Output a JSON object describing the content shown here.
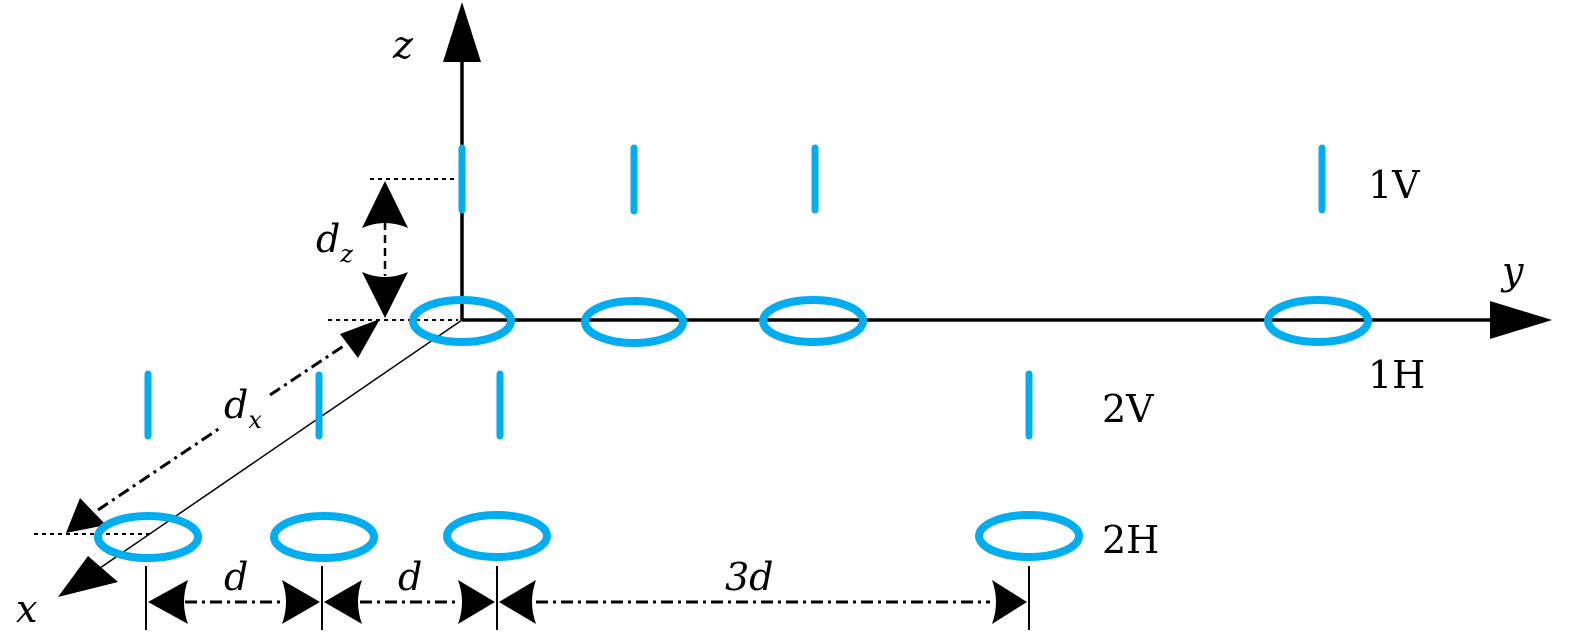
{
  "diagram": {
    "title": "Antenna array geometry",
    "axes": {
      "z_label": "z",
      "y_label": "y",
      "x_label": "x"
    },
    "spacing": {
      "dz_label": "d",
      "dz_sub": "z",
      "dx_label": "d",
      "dx_sub": "x",
      "gap1_label": "d",
      "gap2_label": "d",
      "gap3_label": "3d"
    },
    "rows": [
      {
        "name": "1V",
        "label": "1V",
        "type": "vertical-dipole",
        "positions_in_d": [
          0,
          1,
          2,
          5
        ]
      },
      {
        "name": "1H",
        "label": "1H",
        "type": "horizontal-loop",
        "positions_in_d": [
          0,
          1,
          2,
          5
        ]
      },
      {
        "name": "2V",
        "label": "2V",
        "type": "vertical-dipole",
        "positions_in_d": [
          0,
          1,
          2,
          5
        ]
      },
      {
        "name": "2H",
        "label": "2H",
        "type": "horizontal-loop",
        "positions_in_d": [
          0,
          1,
          2,
          5
        ]
      }
    ],
    "element_color": "#00AEEF"
  }
}
